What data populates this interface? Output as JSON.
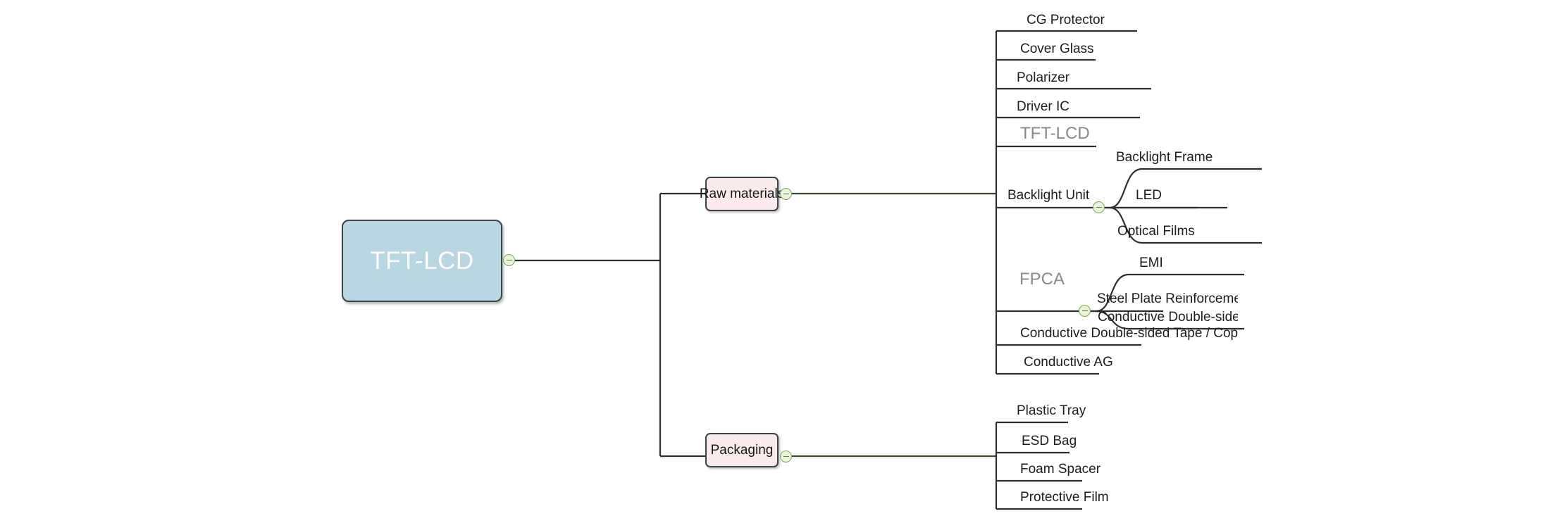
{
  "diagram": {
    "type": "mind-map",
    "title": "TFT-LCD",
    "orientation": "left-to-right",
    "colors": {
      "root_fill": "#b9d6e3",
      "root_text": "#ffffff",
      "branch_fill": "#fbeaec",
      "branch_border": "#3c4448",
      "toggle_fill": "#eaf3dc",
      "toggle_border": "#7fa855",
      "line": "#2b2f33",
      "leaf_text": "#1b1d1f",
      "muted_text": "#8a8a8a",
      "background": "#ffffff"
    }
  },
  "root": {
    "label": "TFT-LCD",
    "toggle": "collapse-toggle"
  },
  "branches": [
    {
      "label": "Raw materials",
      "toggle": "collapse-toggle",
      "children": [
        {
          "label": "CG Protector"
        },
        {
          "label": "Cover Glass"
        },
        {
          "label": "Polarizer"
        },
        {
          "label": "Driver IC"
        },
        {
          "label": "TFT-LCD",
          "muted": true
        },
        {
          "label": "Backlight Unit",
          "toggle": "collapse-toggle",
          "children": [
            {
              "label": "Backlight Frame"
            },
            {
              "label": "LED"
            },
            {
              "label": "Optical Films"
            }
          ]
        },
        {
          "label": "FPCA",
          "muted": true,
          "toggle": "collapse-toggle",
          "children": [
            {
              "label": "EMI"
            },
            {
              "label": "Steel Plate Reinforcement"
            },
            {
              "label": "Conductive Double-sided Tape",
              "clipped": true
            }
          ]
        },
        {
          "label": "Conductive Double-sided Tape / Copper Foil",
          "clipped": true
        },
        {
          "label": "Conductive AG"
        }
      ]
    },
    {
      "label": "Packaging",
      "toggle": "collapse-toggle",
      "children": [
        {
          "label": "Plastic Tray"
        },
        {
          "label": "ESD Bag"
        },
        {
          "label": "Foam Spacer"
        },
        {
          "label": "Protective Film"
        }
      ]
    }
  ]
}
